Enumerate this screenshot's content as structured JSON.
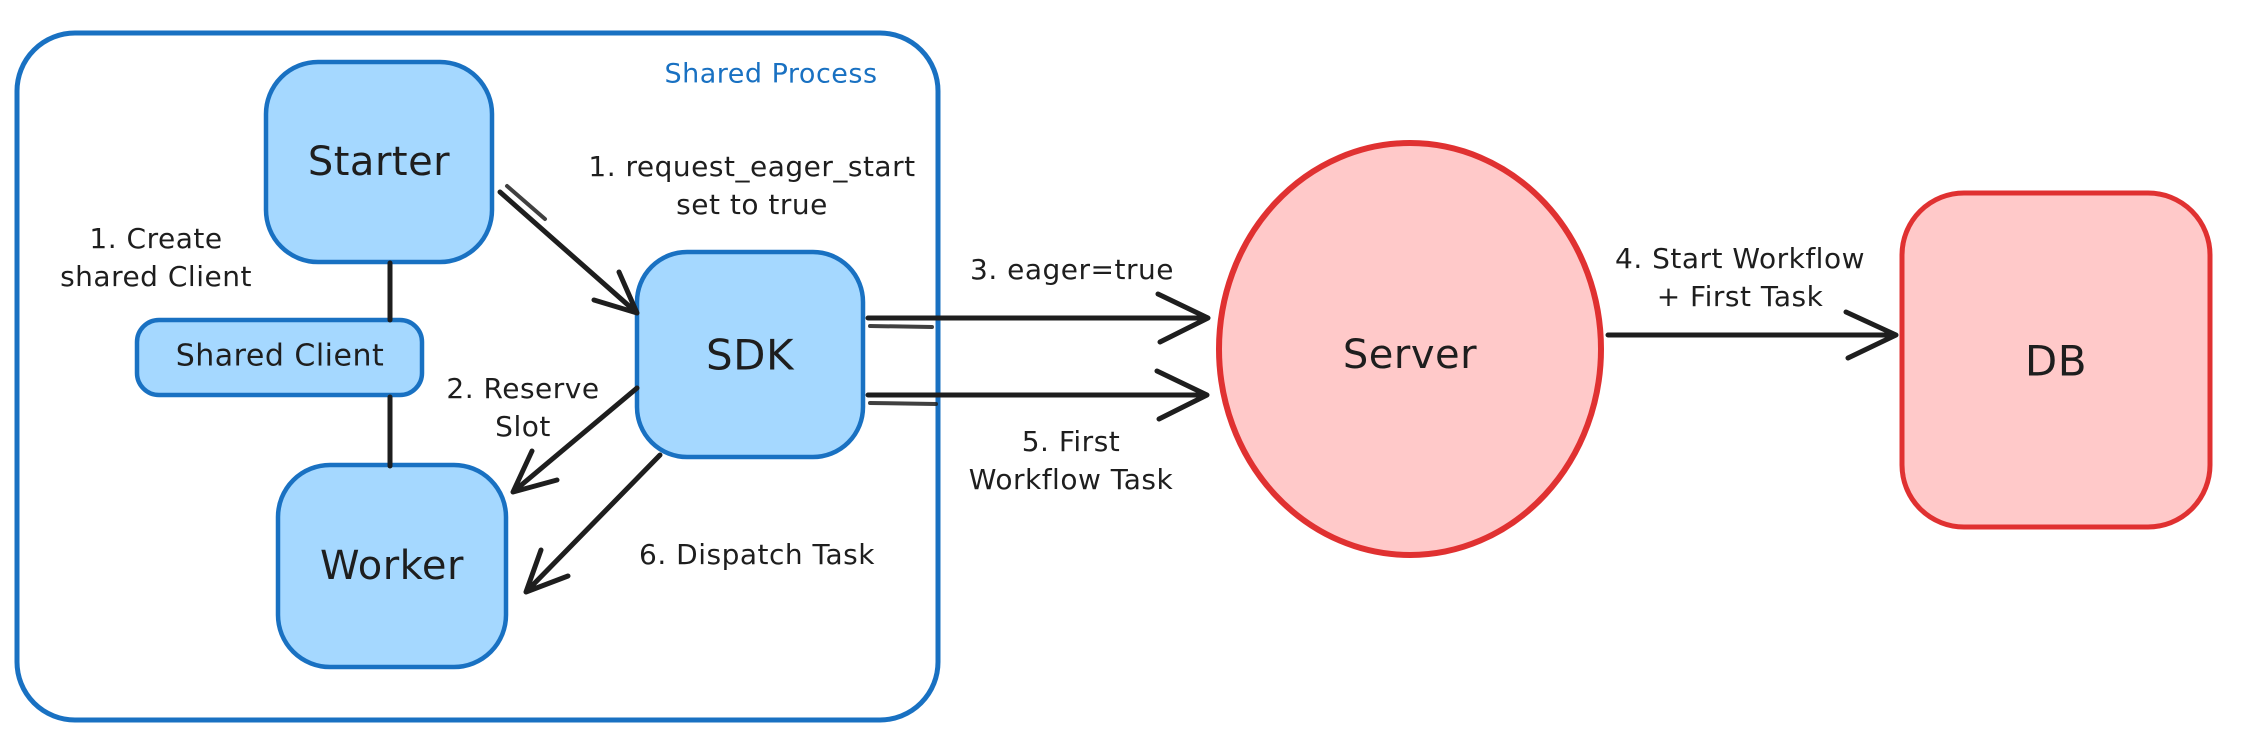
{
  "colors": {
    "blue_stroke": "#1971c2",
    "blue_fill": "#a5d8ff",
    "red_stroke": "#e03131",
    "red_fill": "#ffc9c9",
    "ink": "#1e1e1e",
    "background": "#ffffff"
  },
  "container": {
    "label": "Shared Process"
  },
  "nodes": {
    "starter": {
      "label": "Starter"
    },
    "shared_client": {
      "label": "Shared Client"
    },
    "worker": {
      "label": "Worker"
    },
    "sdk": {
      "label": "SDK"
    },
    "server": {
      "label": "Server"
    },
    "db": {
      "label": "DB"
    }
  },
  "annotations": {
    "create_client": "1. Create\nshared Client",
    "request_eager_start": "1. request_eager_start\nset to true",
    "reserve_slot": "2. Reserve\nSlot",
    "eager_true": "3. eager=true",
    "start_workflow": "4. Start Workflow\n+ First Task",
    "first_workflow_task": "5. First\nWorkflow Task",
    "dispatch_task": "6. Dispatch Task"
  }
}
